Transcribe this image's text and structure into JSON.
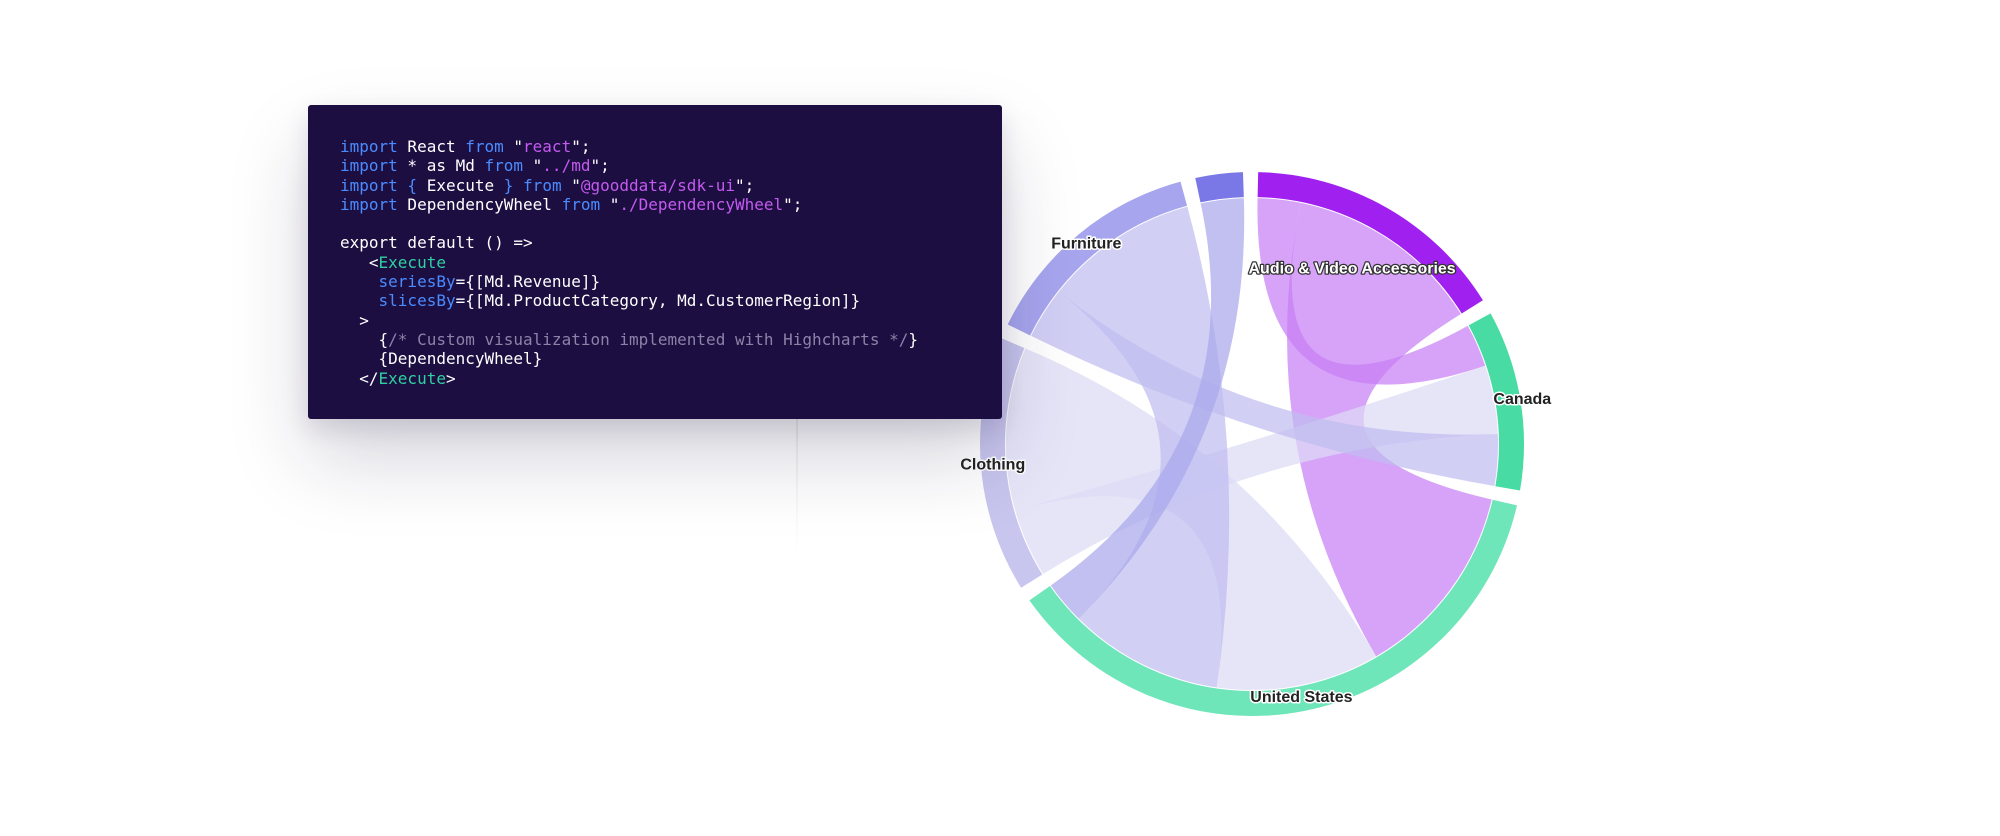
{
  "code": {
    "lines": [
      [
        {
          "t": "import",
          "c": "kw"
        },
        {
          "t": " React "
        },
        {
          "t": "from",
          "c": "kw"
        },
        {
          "t": " \""
        },
        {
          "t": "react",
          "c": "str"
        },
        {
          "t": "\";"
        }
      ],
      [
        {
          "t": "import",
          "c": "kw"
        },
        {
          "t": " * as Md "
        },
        {
          "t": "from",
          "c": "kw"
        },
        {
          "t": " \""
        },
        {
          "t": "../md",
          "c": "str"
        },
        {
          "t": "\";"
        }
      ],
      [
        {
          "t": "import",
          "c": "kw"
        },
        {
          "t": " { ",
          "c": "kw"
        },
        {
          "t": "Execute"
        },
        {
          "t": " } ",
          "c": "kw"
        },
        {
          "t": "from",
          "c": "kw"
        },
        {
          "t": " \""
        },
        {
          "t": "@gooddata/sdk-ui",
          "c": "str"
        },
        {
          "t": "\";"
        }
      ],
      [
        {
          "t": "import",
          "c": "kw"
        },
        {
          "t": " DependencyWheel "
        },
        {
          "t": "from",
          "c": "kw"
        },
        {
          "t": " \""
        },
        {
          "t": "./DependencyWheel",
          "c": "str"
        },
        {
          "t": "\";"
        }
      ],
      [],
      [
        {
          "t": "export default () =>"
        }
      ],
      [
        {
          "t": "   <"
        },
        {
          "t": "Execute",
          "c": "cmp"
        }
      ],
      [
        {
          "t": "    "
        },
        {
          "t": "seriesBy",
          "c": "prop"
        },
        {
          "t": "={[Md.Revenue]}"
        }
      ],
      [
        {
          "t": "    "
        },
        {
          "t": "slicesBy",
          "c": "prop"
        },
        {
          "t": "={[Md.ProductCategory, Md.CustomerRegion]}"
        }
      ],
      [
        {
          "t": "  >"
        }
      ],
      [
        {
          "t": "    {"
        },
        {
          "t": "/* Custom visualization implemented with Highcharts */",
          "c": "cm"
        },
        {
          "t": "}"
        }
      ],
      [
        {
          "t": "    {DependencyWheel}"
        }
      ],
      [
        {
          "t": "  </"
        },
        {
          "t": "Execute",
          "c": "cmp"
        },
        {
          "t": ">"
        }
      ]
    ]
  },
  "chart_data": {
    "type": "dependency-wheel",
    "nodes": [
      {
        "name": "Audio & Video Accessories",
        "color": "#a020f0",
        "label_style": "on-dark"
      },
      {
        "name": "Canada",
        "color": "#48dca4",
        "label_style": "plain"
      },
      {
        "name": "United States",
        "color": "#6fe5ba",
        "label_style": "plain"
      },
      {
        "name": "Clothing",
        "color": "#c8c6ee",
        "label_style": "plain"
      },
      {
        "name": "Furniture",
        "color": "#a7a5ee",
        "label_style": "plain"
      },
      {
        "name": "",
        "color": "#7a78e6",
        "label_style": "plain"
      }
    ],
    "links": [
      {
        "from": 0,
        "to": 1,
        "value": 5,
        "color": "#c77ff5"
      },
      {
        "from": 0,
        "to": 2,
        "value": 23,
        "color": "#c77ff5"
      },
      {
        "from": 3,
        "to": 1,
        "value": 8,
        "color": "#dddbf5"
      },
      {
        "from": 3,
        "to": 2,
        "value": 19,
        "color": "#dddbf5"
      },
      {
        "from": 4,
        "to": 1,
        "value": 6,
        "color": "#bfbdf0"
      },
      {
        "from": 4,
        "to": 2,
        "value": 18,
        "color": "#bfbdf0"
      },
      {
        "from": 5,
        "to": 2,
        "value": 5,
        "color": "#a9a7ec"
      }
    ]
  }
}
